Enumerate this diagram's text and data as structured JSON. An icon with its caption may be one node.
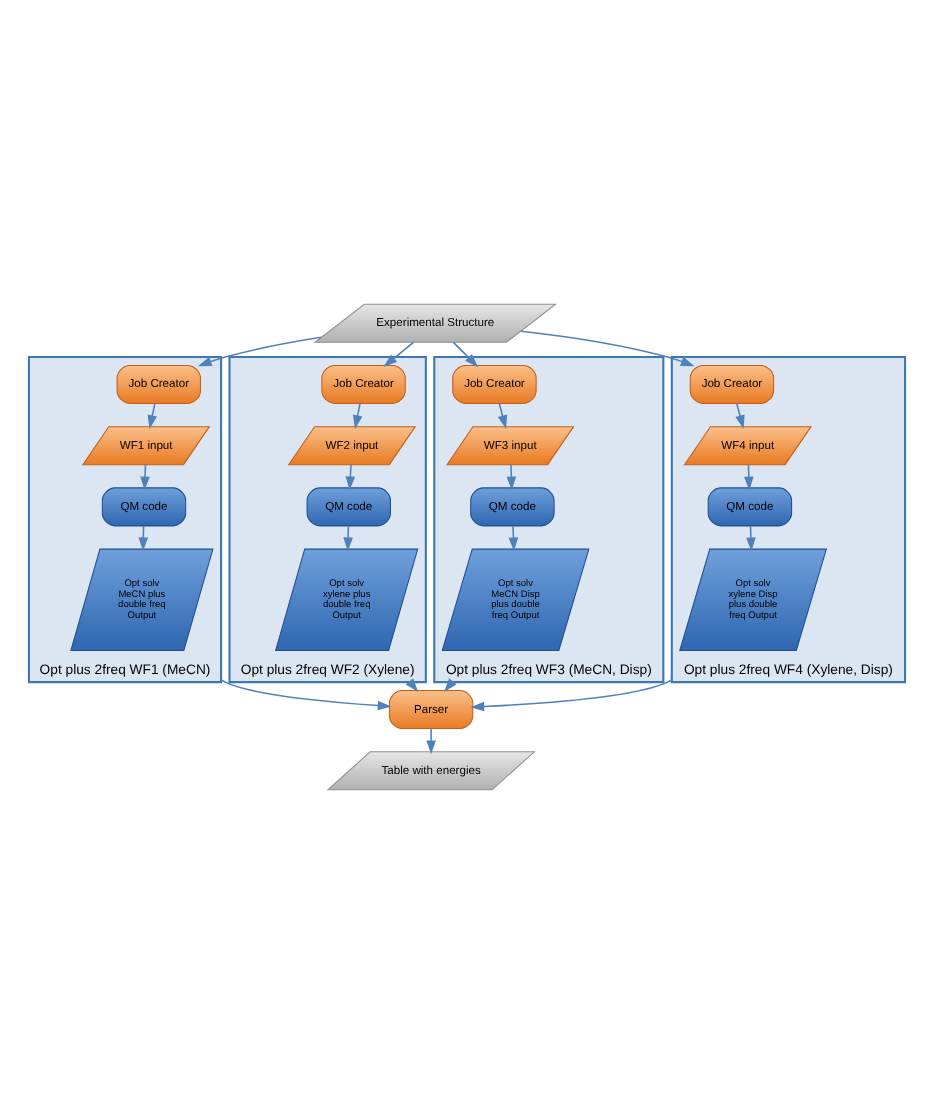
{
  "diagram": {
    "nodes": [
      {
        "text": [
          "Experimental Structure"
        ]
      },
      {
        "text": [
          "Opt plus 2freq WF1 (MeCN)"
        ]
      },
      {
        "text": [
          "Job Creator"
        ],
        "in": 1
      },
      {
        "text": [
          "WF1 input"
        ],
        "in": 1
      },
      {
        "text": [
          "QM code"
        ],
        "in": 1
      },
      {
        "text": [
          "Opt solv MeCN plus double freq Output"
        ],
        "in": 1
      },
      {
        "text": [
          "Opt plus 2freq WF2 (Xylene)"
        ]
      },
      {
        "text": [
          "Job Creator"
        ],
        "in": 6
      },
      {
        "text": [
          "WF2 input"
        ],
        "in": 6
      },
      {
        "text": [
          "QM code"
        ],
        "in": 6
      },
      {
        "text": [
          "Opt solv xylene plus double freq Output"
        ],
        "in": 6
      },
      {
        "text": [
          "Opt plus 2freq WF3 (MeCN, Disp)"
        ]
      },
      {
        "text": [
          "Job Creator"
        ],
        "in": 11
      },
      {
        "text": [
          "WF3 input"
        ],
        "in": 11
      },
      {
        "text": [
          "QM code"
        ],
        "in": 11
      },
      {
        "text": [
          "Opt solv MeCN Disp plus double freq Output"
        ],
        "in": 11
      },
      {
        "text": [
          "Opt plus 2freq WF4 (Xylene, Disp)"
        ]
      },
      {
        "text": [
          "Job Creator"
        ],
        "in": 16
      },
      {
        "text": [
          "WF4 input"
        ],
        "in": 16
      },
      {
        "text": [
          "QM code"
        ],
        "in": 16
      },
      {
        "text": [
          "Opt solv xylene Disp plus double freq Output"
        ],
        "in": 16
      },
      {
        "text": [
          "Parser"
        ]
      },
      {
        "text": [
          "Table with energies"
        ]
      }
    ],
    "edges": [
      {
        "from": 0,
        "to": 2,
        "arrow": "to"
      },
      {
        "from": 0,
        "to": 7,
        "arrow": "to"
      },
      {
        "from": 0,
        "to": 12,
        "arrow": "to"
      },
      {
        "from": 0,
        "to": 17,
        "arrow": "to"
      },
      {
        "from": 2,
        "to": 3,
        "arrow": "to"
      },
      {
        "from": 3,
        "to": 4,
        "arrow": "to"
      },
      {
        "from": 4,
        "to": 5,
        "arrow": "to"
      },
      {
        "from": 7,
        "to": 8,
        "arrow": "to"
      },
      {
        "from": 8,
        "to": 9,
        "arrow": "to"
      },
      {
        "from": 9,
        "to": 10,
        "arrow": "to"
      },
      {
        "from": 12,
        "to": 13,
        "arrow": "to"
      },
      {
        "from": 13,
        "to": 14,
        "arrow": "to"
      },
      {
        "from": 14,
        "to": 15,
        "arrow": "to"
      },
      {
        "from": 17,
        "to": 18,
        "arrow": "to"
      },
      {
        "from": 18,
        "to": 19,
        "arrow": "to"
      },
      {
        "from": 19,
        "to": 20,
        "arrow": "to"
      },
      {
        "from": 1,
        "to": 21,
        "arrow": "to"
      },
      {
        "from": 6,
        "to": 21,
        "arrow": "to"
      },
      {
        "from": 11,
        "to": 21,
        "arrow": "to"
      },
      {
        "from": 16,
        "to": 21,
        "arrow": "to"
      },
      {
        "from": 21,
        "to": 22,
        "arrow": "to"
      }
    ]
  }
}
